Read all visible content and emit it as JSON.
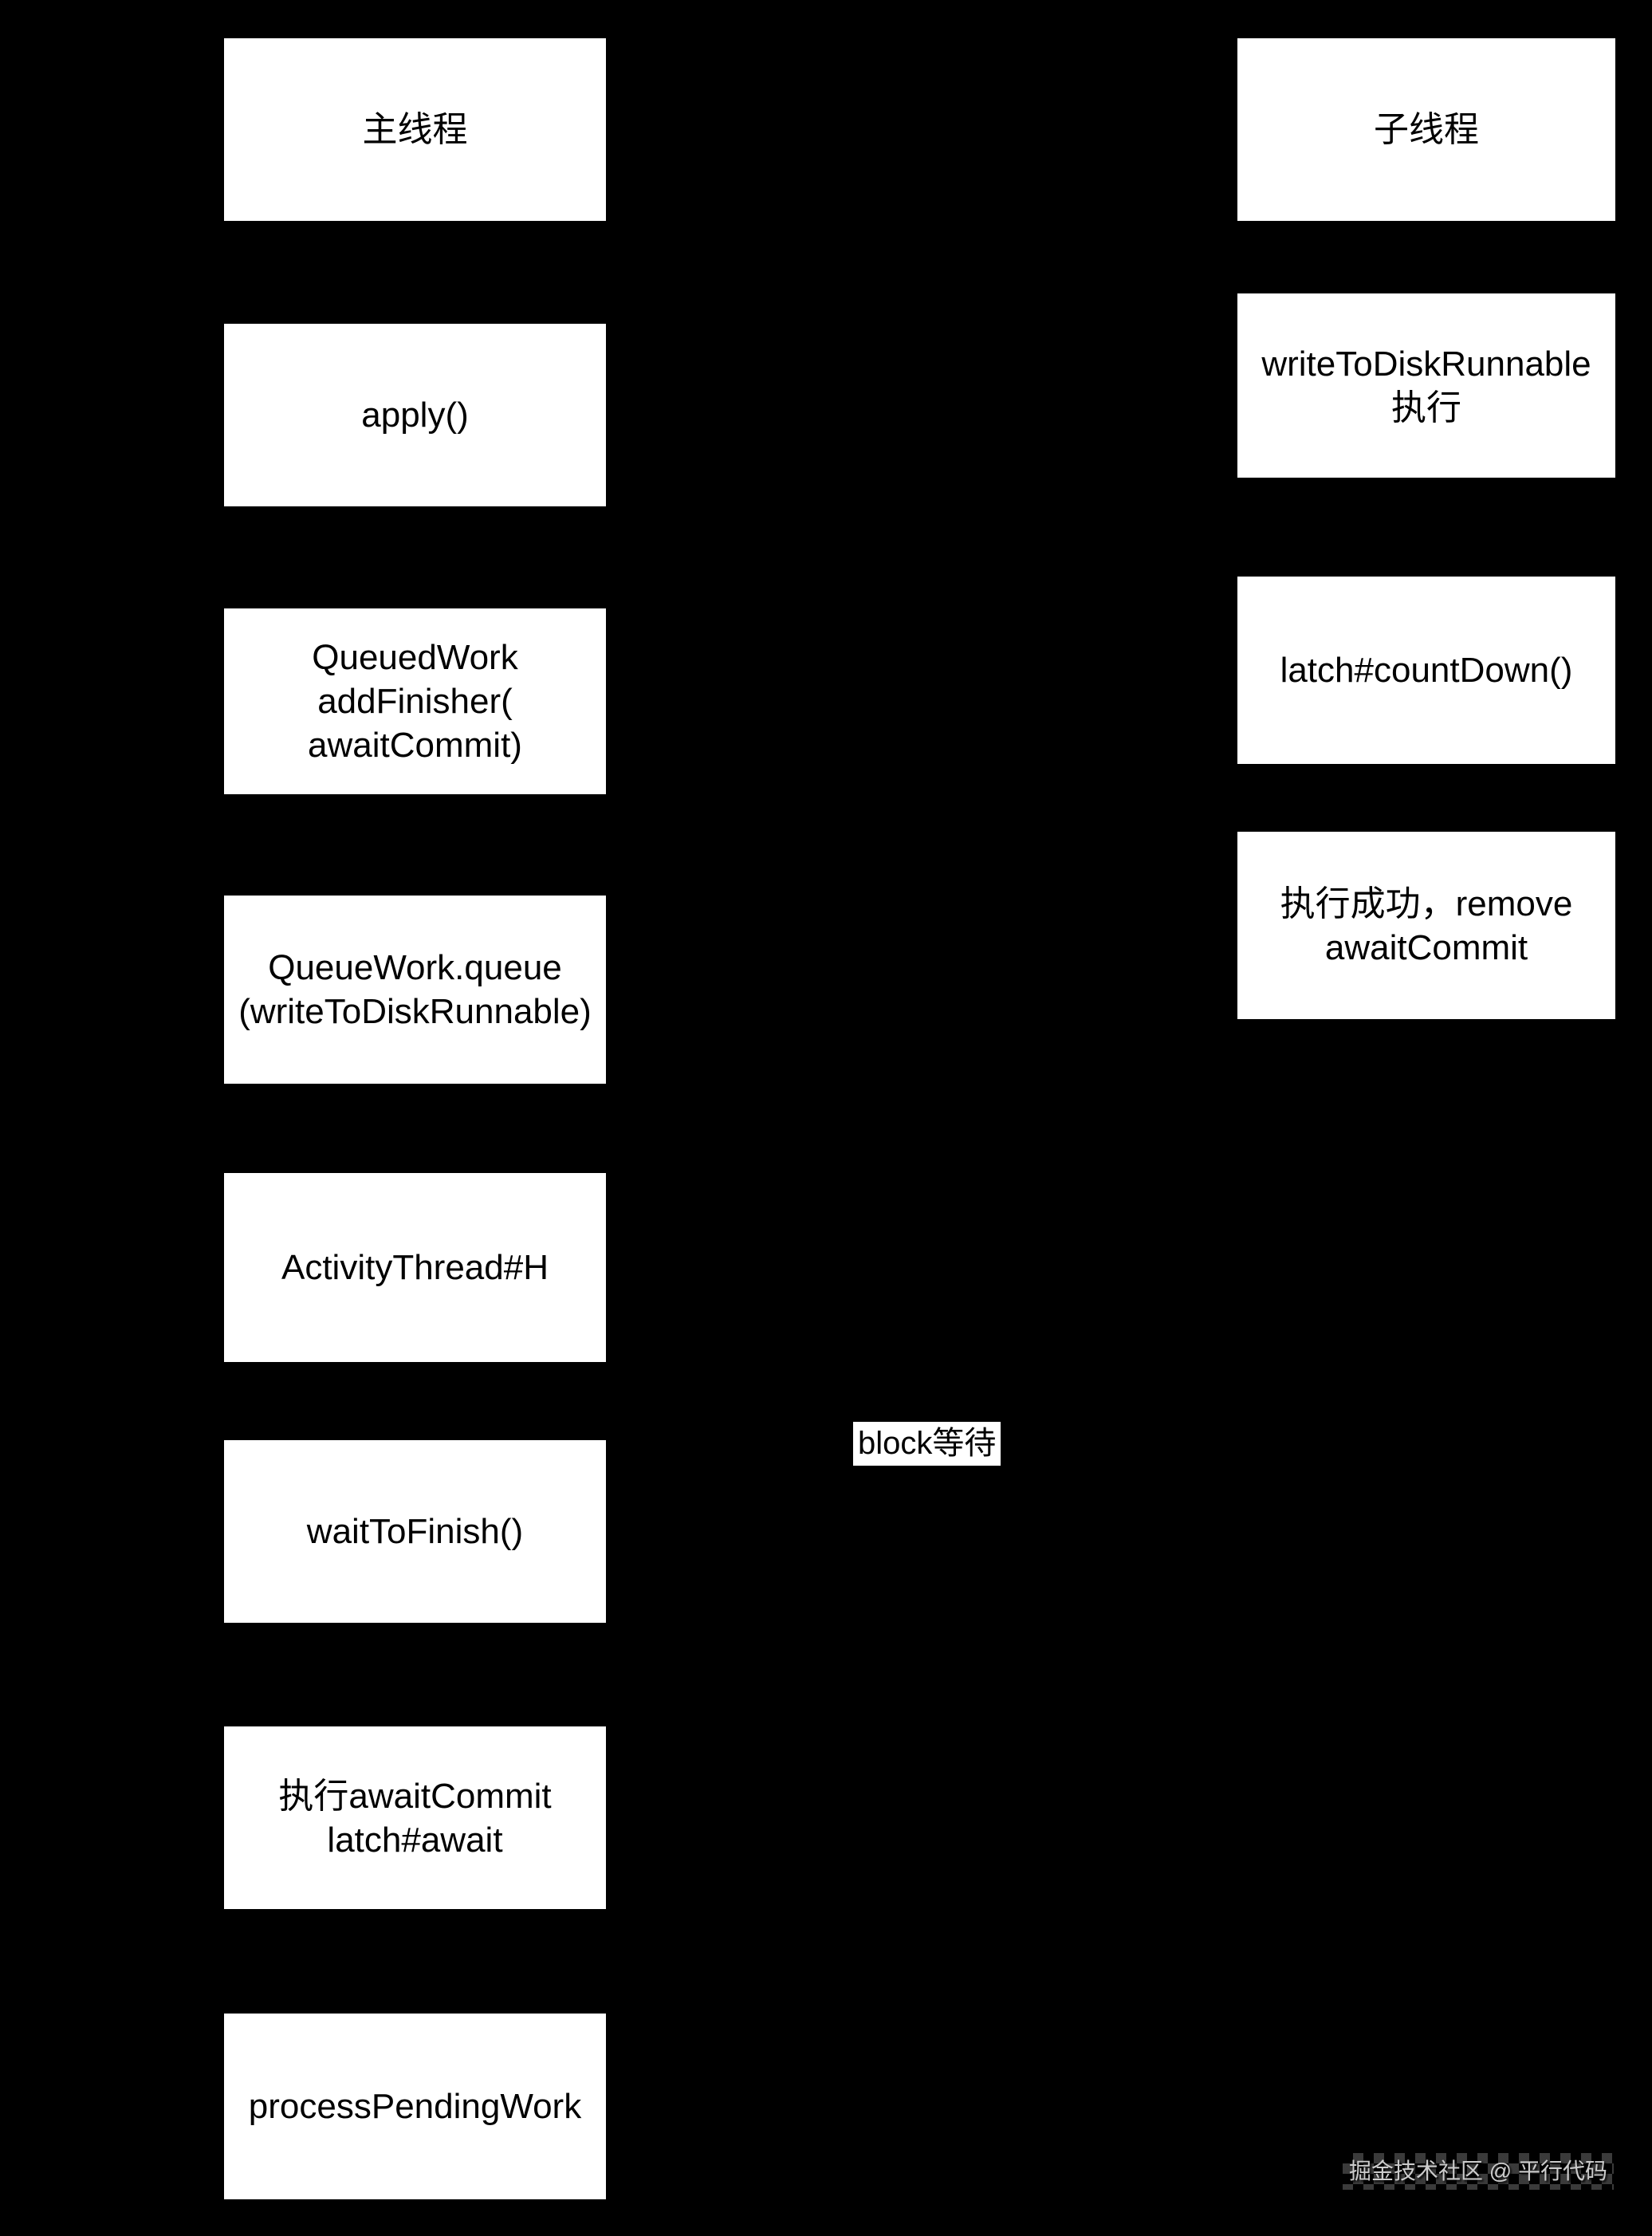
{
  "colors": {
    "background": "#000000",
    "box_fill": "#ffffff",
    "box_text": "#000000",
    "annotation_fill": "#ffffff",
    "annotation_text": "#000000",
    "watermark_text": "#cccccc"
  },
  "lanes": [
    {
      "id": "main-thread",
      "boxes": [
        "主线程",
        "apply()",
        "QueuedWork\naddFinisher(\nawaitCommit)",
        "QueueWork.queue\n(writeToDiskRunnable)",
        "ActivityThread#H",
        "waitToFinish()",
        "执行awaitCommit\nlatch#await",
        "processPendingWork"
      ]
    },
    {
      "id": "child-thread",
      "boxes": [
        "子线程",
        "writeToDiskRunnable\n执行",
        "latch#countDown()",
        "执行成功，remove\nawaitCommit"
      ]
    }
  ],
  "annotation": {
    "label": "block等待"
  },
  "watermark": {
    "text": "掘金技术社区 @ 平行代码"
  }
}
